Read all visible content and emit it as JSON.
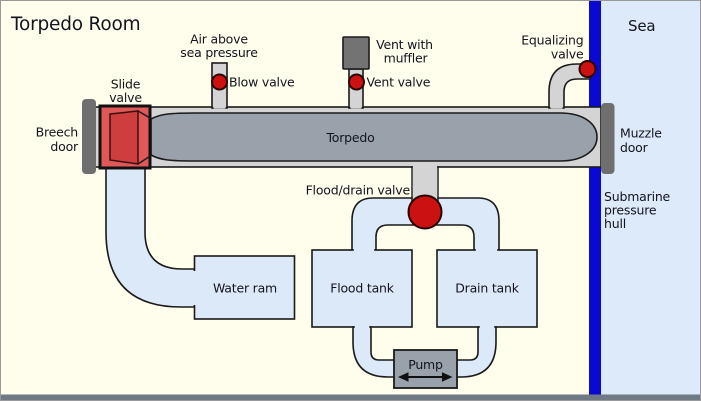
{
  "diagram_title": "Torpedo Room",
  "sea_label": "Sea",
  "palette": {
    "room_background": "#fffdeb",
    "sea_background": "#dceaf9",
    "pressure_hull_blue": "#0909d2",
    "pipe_gray": "#d4d4d4",
    "metal_gray": "#99a1ab",
    "door_dark_gray": "#6f6f6f",
    "water_pipe_blue": "#dce9f8",
    "valve_red": "#cc1111",
    "slide_valve_red": "#e05858",
    "slide_valve_door_red": "#ce3e3e",
    "outline_black": "#1a1a1a",
    "bottom_bar_gray": "#707a84"
  },
  "labels": {
    "air_above": {
      "line1": "Air above",
      "line2": "sea pressure"
    },
    "blow_valve": "Blow valve",
    "vent_muffler": {
      "line1": "Vent with",
      "line2": "muffler"
    },
    "vent_valve": "Vent valve",
    "equalizing_valve": {
      "line1": "Equalizing",
      "line2": "valve"
    },
    "slide_valve": {
      "line1": "Slide",
      "line2": "valve"
    },
    "breech_door": {
      "line1": "Breech",
      "line2": "door"
    },
    "muzzle_door": {
      "line1": "Muzzle",
      "line2": "door"
    },
    "torpedo": "Torpedo",
    "flood_drain_valve": "Flood/drain valve",
    "water_ram": "Water ram",
    "flood_tank": "Flood tank",
    "drain_tank": "Drain tank",
    "pump": "Pump",
    "submarine_hull": {
      "line1": "Submarine",
      "line2": "pressure",
      "line3": "hull"
    }
  }
}
